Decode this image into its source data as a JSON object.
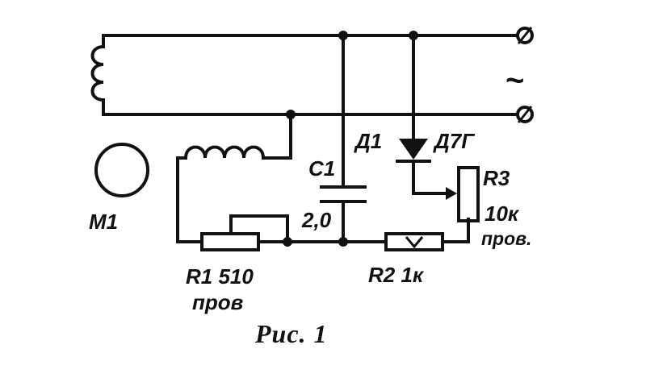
{
  "labels": {
    "motor": "M1",
    "capacitor_ref": "C1",
    "capacitor_value": "2,0",
    "diode_ref": "Д1",
    "diode_type": "Д7Г",
    "r1_ref_value": "R1 510",
    "r1_note": "пров",
    "r2_ref_value": "R2 1к",
    "r3_ref": "R3",
    "r3_value": "10к",
    "r3_note": "пров.",
    "ac_symbol": "~",
    "caption": "Рис. 1"
  },
  "colors": {
    "ink": "#111111",
    "background": "#ffffff"
  }
}
